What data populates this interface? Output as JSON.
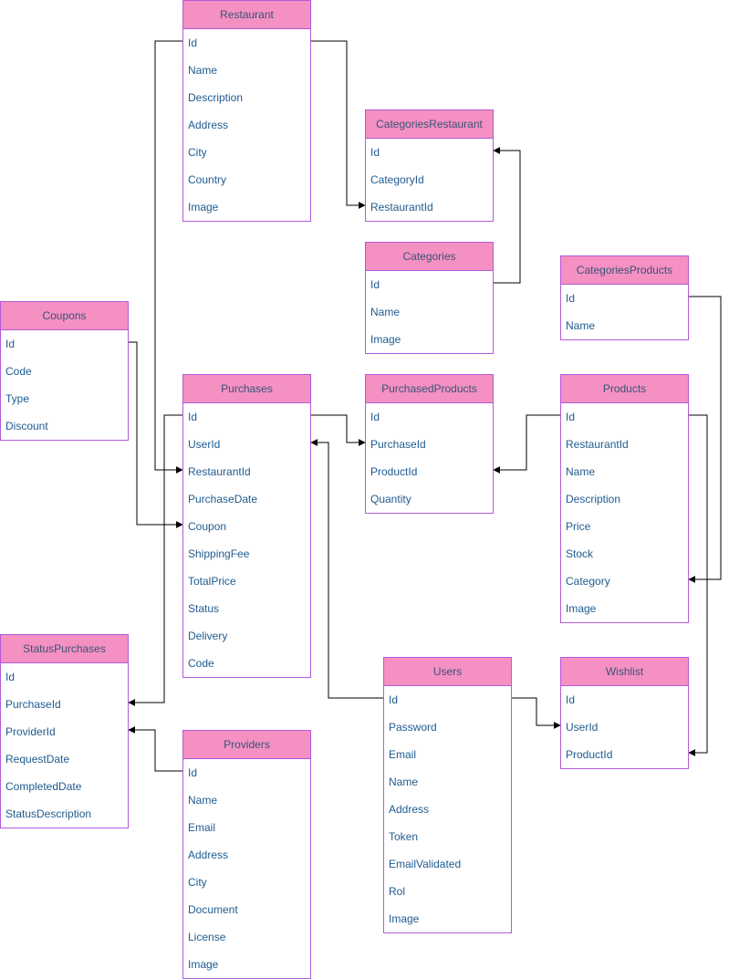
{
  "diagram": {
    "tables": [
      {
        "key": "restaurant",
        "title": "Restaurant",
        "fields": [
          "Id",
          "Name",
          "Description",
          "Address",
          "City",
          "Country",
          "Image"
        ]
      },
      {
        "key": "categories-restaurant",
        "title": "CategoriesRestaurant",
        "fields": [
          "Id",
          "CategoryId",
          "RestaurantId"
        ]
      },
      {
        "key": "categories",
        "title": "Categories",
        "fields": [
          "Id",
          "Name",
          "Image"
        ]
      },
      {
        "key": "categories-products",
        "title": "CategoriesProducts",
        "fields": [
          "Id",
          "Name"
        ]
      },
      {
        "key": "coupons",
        "title": "Coupons",
        "fields": [
          "Id",
          "Code",
          "Type",
          "Discount"
        ]
      },
      {
        "key": "purchases",
        "title": "Purchases",
        "fields": [
          "Id",
          "UserId",
          "RestaurantId",
          "PurchaseDate",
          "Coupon",
          "ShippingFee",
          "TotalPrice",
          "Status",
          "Delivery",
          "Code"
        ]
      },
      {
        "key": "purchased-products",
        "title": "PurchasedProducts",
        "fields": [
          "Id",
          "PurchaseId",
          "ProductId",
          "Quantity"
        ]
      },
      {
        "key": "products",
        "title": "Products",
        "fields": [
          "Id",
          "RestaurantId",
          "Name",
          "Description",
          "Price",
          "Stock",
          "Category",
          "Image"
        ]
      },
      {
        "key": "status-purchases",
        "title": "StatusPurchases",
        "fields": [
          "Id",
          "PurchaseId",
          "ProviderId",
          "RequestDate",
          "CompletedDate",
          "StatusDescription"
        ]
      },
      {
        "key": "providers",
        "title": "Providers",
        "fields": [
          "Id",
          "Name",
          "Email",
          "Address",
          "City",
          "Document",
          "License",
          "Image"
        ]
      },
      {
        "key": "users",
        "title": "Users",
        "fields": [
          "Id",
          "Password",
          "Email",
          "Name",
          "Address",
          "Token",
          "EmailValidated",
          "Rol",
          "Image"
        ]
      },
      {
        "key": "wishlist",
        "title": "Wishlist",
        "fields": [
          "Id",
          "UserId",
          "ProductId"
        ]
      }
    ],
    "relationships": [
      {
        "from": "restaurant.Id",
        "to": "categories-restaurant.RestaurantId"
      },
      {
        "from": "categories.Id",
        "to": "categories-restaurant.Id"
      },
      {
        "from": "restaurant.Id",
        "to": "purchases.RestaurantId"
      },
      {
        "from": "coupons.Id",
        "to": "purchases.Coupon"
      },
      {
        "from": "purchases.Id",
        "to": "purchased-products.PurchaseId"
      },
      {
        "from": "products.Id",
        "to": "purchased-products.ProductId"
      },
      {
        "from": "categories-products.Id",
        "to": "products.Category"
      },
      {
        "from": "purchases.Id",
        "to": "status-purchases.PurchaseId"
      },
      {
        "from": "providers.Id",
        "to": "status-purchases.ProviderId"
      },
      {
        "from": "users.Id",
        "to": "purchases.UserId"
      },
      {
        "from": "users.Id",
        "to": "wishlist.UserId"
      },
      {
        "from": "products.Id",
        "to": "wishlist.ProductId"
      }
    ],
    "colors": {
      "header_fill": "#f490c2",
      "border": "#b35ad9",
      "header_text": "#3a5377",
      "field_text": "#1f5b8f",
      "connector": "#000000"
    }
  }
}
